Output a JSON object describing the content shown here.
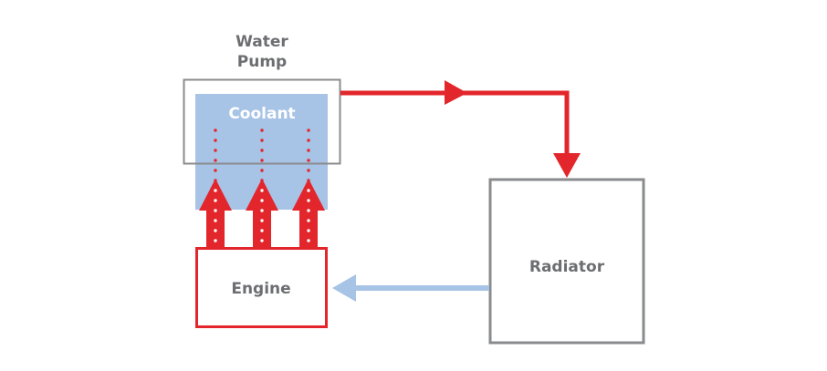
{
  "labels": {
    "water_pump_line1": "Water",
    "water_pump_line2": "Pump",
    "coolant": "Coolant",
    "engine": "Engine",
    "radiator": "Radiator"
  },
  "colors": {
    "hot_flow": "#e3262b",
    "cold_flow": "#a7c3e6",
    "coolant_fill": "#a7c3e6",
    "box_border": "#8a8b8e",
    "text": "#6d6e71"
  },
  "flows": [
    {
      "from": "water-pump",
      "to": "radiator",
      "state": "hot"
    },
    {
      "from": "radiator",
      "to": "engine",
      "state": "cold"
    },
    {
      "from": "engine",
      "to": "coolant",
      "state": "heat",
      "count": 3
    }
  ]
}
